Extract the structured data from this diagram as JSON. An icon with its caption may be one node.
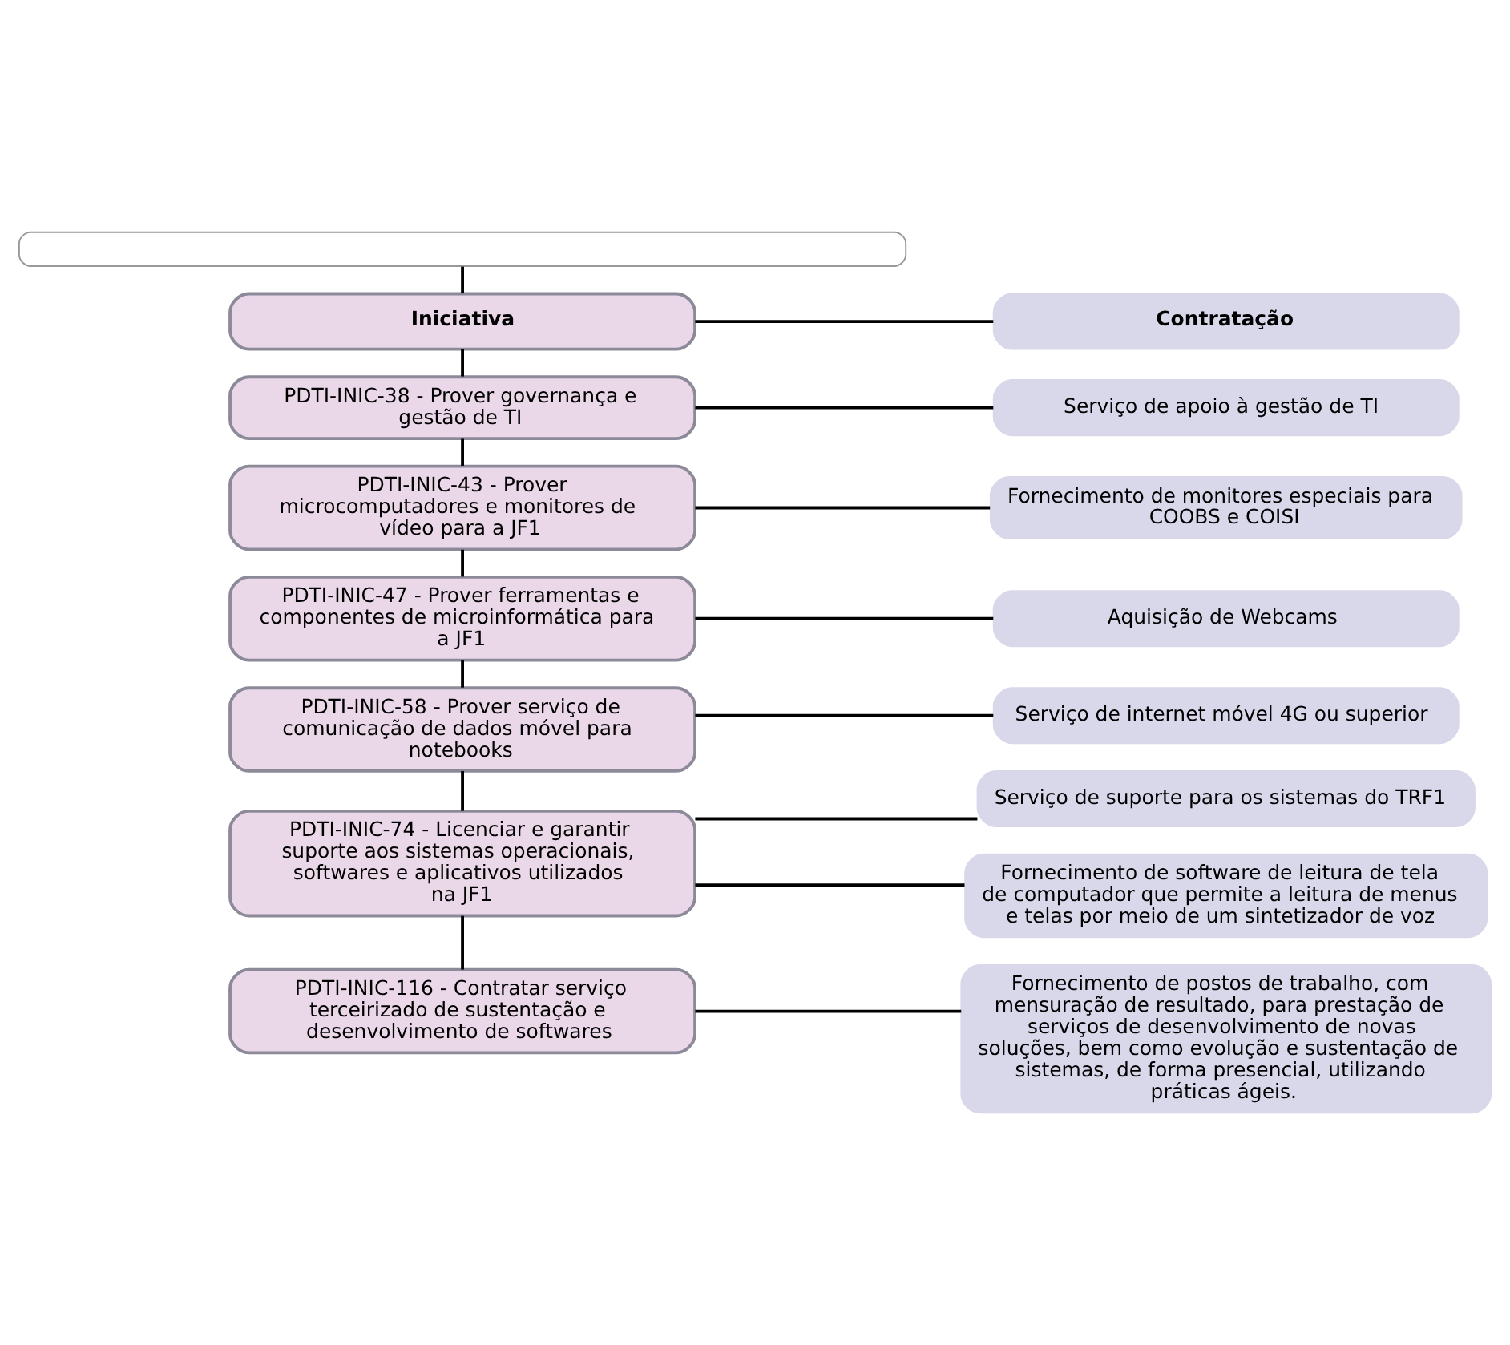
{
  "diagram": {
    "nodes": [
      {
        "text": [],
        "shape": "box"
      },
      {
        "text": [
          "Iniciativa"
        ]
      },
      {
        "text": [
          "Contratação"
        ]
      },
      {
        "text": [
          "PDTI-INIC-38 - Prover governança e gestão de TI"
        ]
      },
      {
        "text": [
          "Serviço de apoio à gestão de TI"
        ]
      },
      {
        "text": [
          "PDTI-INIC-43 - Prover microcomputadores e monitores de vídeo para a JF1"
        ]
      },
      {
        "text": [
          "Fornecimento de monitores especiais para COOBS e COISI"
        ]
      },
      {
        "text": [
          "PDTI-INIC-47 - Prover ferramentas e componentes de microinformática para a JF1"
        ]
      },
      {
        "text": [
          "Aquisição de Webcams"
        ]
      },
      {
        "text": [
          "PDTI-INIC-58 - Prover serviço de comunicação de dados móvel para notebooks"
        ]
      },
      {
        "text": [
          "Serviço de internet móvel 4G ou superior"
        ]
      },
      {
        "text": [
          "PDTI-INIC-74 - Licenciar e garantir suporte aos sistemas operacionais, softwares e aplicativos utilizados na JF1"
        ]
      },
      {
        "text": [
          "Serviço de suporte para os sistemas do TRF1"
        ]
      },
      {
        "text": [
          "Fornecimento de software de leitura de tela de computador que permite a leitura de menus e telas por meio de um sintetizador de voz"
        ]
      },
      {
        "text": [
          "PDTI-INIC-116 - Contratar serviço terceirizado de sustentação e desenvolvimento de softwares"
        ]
      },
      {
        "text": [
          "Fornecimento de postos de trabalho, com mensuração de resultado, para prestação de serviços de desenvolvimento de novas soluções, bem como evolução e sustentação de sistemas, de forma presencial, utilizando práticas ágeis."
        ]
      }
    ],
    "edges": [
      {
        "from": 0,
        "to": 1,
        "arrow": "none"
      },
      {
        "from": 1,
        "to": 2,
        "arrow": "none"
      },
      {
        "from": 1,
        "to": 3,
        "arrow": "none"
      },
      {
        "from": 3,
        "to": 4,
        "arrow": "none"
      },
      {
        "from": 3,
        "to": 5,
        "arrow": "none"
      },
      {
        "from": 5,
        "to": 6,
        "arrow": "none"
      },
      {
        "from": 5,
        "to": 7,
        "arrow": "none"
      },
      {
        "from": 7,
        "to": 8,
        "arrow": "none"
      },
      {
        "from": 7,
        "to": 9,
        "arrow": "none"
      },
      {
        "from": 9,
        "to": 10,
        "arrow": "none"
      },
      {
        "from": 9,
        "to": 11,
        "arrow": "none"
      },
      {
        "from": 11,
        "to": 12,
        "arrow": "none"
      },
      {
        "from": 11,
        "to": 13,
        "arrow": "none"
      },
      {
        "from": 11,
        "to": 14,
        "arrow": "none"
      },
      {
        "from": 14,
        "to": 15,
        "arrow": "none"
      }
    ]
  }
}
